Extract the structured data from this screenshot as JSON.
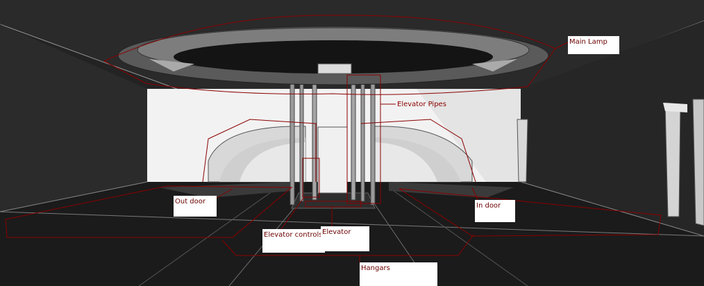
{
  "labels": {
    "main_lamp": "Main Lamp",
    "elevator_pipes": "Elevator Pipes",
    "out_door": "Out door",
    "in_door": "In door",
    "elevator_controls": "Elevator controls",
    "elevator": "Elevator",
    "hangars": "Hangars"
  },
  "colors": {
    "background": "#1e1e1e",
    "back_wall": "#f2f2f2",
    "annotation_outline": "#8b0000",
    "label_box": "#ffffff",
    "label_text": "#6b0000"
  }
}
